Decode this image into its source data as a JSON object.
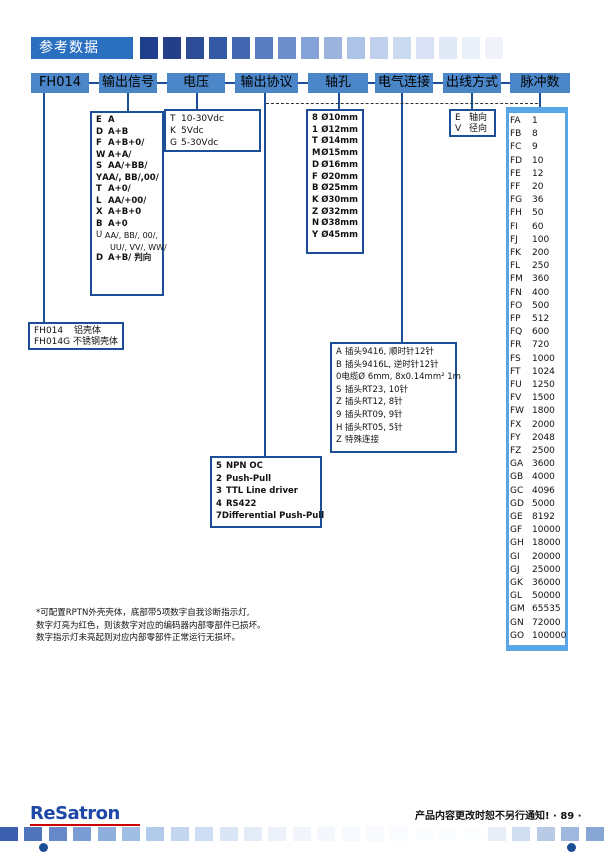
{
  "title": "参考数据",
  "header": {
    "model": "FH014",
    "output_signal": "输出信号",
    "voltage": "电压",
    "protocol": "输出协议",
    "shaft": "轴孔",
    "connection": "电气连接",
    "outlet": "出线方式",
    "pulse": "脉冲数"
  },
  "output_signals": [
    {
      "code": "E",
      "desc": "A"
    },
    {
      "code": "D",
      "desc": "A+B"
    },
    {
      "code": "F",
      "desc": "A+B+0/"
    },
    {
      "code": "W",
      "desc": "A+A/"
    },
    {
      "code": "S",
      "desc": "AA/+BB/"
    },
    {
      "code": "Y",
      "desc": "AA/, BB/,00/"
    },
    {
      "code": "T",
      "desc": "A+0/"
    },
    {
      "code": "L",
      "desc": "AA/+00/"
    },
    {
      "code": "X",
      "desc": "A+B+0"
    },
    {
      "code": "B",
      "desc": "A+0"
    }
  ],
  "output_signal_u": {
    "code": "U",
    "line1": "AA/, BB/, 00/,",
    "line2": "UU/, VV/, WW/"
  },
  "output_signal_last": {
    "code": "D",
    "desc": "A+B/ 判向"
  },
  "voltages": [
    {
      "code": "T",
      "desc": "10-30Vdc"
    },
    {
      "code": "K",
      "desc": "5Vdc"
    },
    {
      "code": "G",
      "desc": "5-30Vdc"
    }
  ],
  "shafts": [
    {
      "code": "8",
      "desc": "Ø10mm"
    },
    {
      "code": "1",
      "desc": "Ø12mm"
    },
    {
      "code": "T",
      "desc": "Ø14mm"
    },
    {
      "code": "M",
      "desc": "Ø15mm"
    },
    {
      "code": "D",
      "desc": "Ø16mm"
    },
    {
      "code": "F",
      "desc": "Ø20mm"
    },
    {
      "code": "B",
      "desc": "Ø25mm"
    },
    {
      "code": "K",
      "desc": "Ø30mm"
    },
    {
      "code": "Z",
      "desc": "Ø32mm"
    },
    {
      "code": "N",
      "desc": "Ø38mm"
    },
    {
      "code": "Y",
      "desc": "Ø45mm"
    }
  ],
  "outlets": [
    {
      "code": "E",
      "desc": "轴向"
    },
    {
      "code": "V",
      "desc": "径向"
    }
  ],
  "models": [
    {
      "code": "FH014",
      "desc": "铝壳体"
    },
    {
      "code": "FH014G",
      "desc": "不锈钢壳体"
    }
  ],
  "connections": [
    {
      "code": "A",
      "desc": "插头9416, 顺时针12针"
    },
    {
      "code": "B",
      "desc": "插头9416L, 逆时针12针"
    },
    {
      "code": "0",
      "desc": "电缆Ø 6mm, 8x0.14mm² 1m"
    },
    {
      "code": "S",
      "desc": "插头RT23, 10针"
    },
    {
      "code": "Z",
      "desc": "插头RT12, 8针"
    },
    {
      "code": "9",
      "desc": "插头RT09, 9针"
    },
    {
      "code": "H",
      "desc": "插头RT05, 5针"
    },
    {
      "code": "Z",
      "desc": "特殊连接"
    }
  ],
  "protocols": [
    {
      "code": "5",
      "desc": "NPN OC"
    },
    {
      "code": "2",
      "desc": "Push-Pull"
    },
    {
      "code": "3",
      "desc": "TTL Line driver"
    },
    {
      "code": "4",
      "desc": "RS422"
    },
    {
      "code": "7",
      "desc": "Differential Push-Pull"
    }
  ],
  "pulses": [
    {
      "code": "FA",
      "value": "1"
    },
    {
      "code": "FB",
      "value": "8"
    },
    {
      "code": "FC",
      "value": "9"
    },
    {
      "code": "FD",
      "value": "10"
    },
    {
      "code": "FE",
      "value": "12"
    },
    {
      "code": "FF",
      "value": "20"
    },
    {
      "code": "FG",
      "value": "36"
    },
    {
      "code": "FH",
      "value": "50"
    },
    {
      "code": "FI",
      "value": "60"
    },
    {
      "code": "FJ",
      "value": "100"
    },
    {
      "code": "FK",
      "value": "200"
    },
    {
      "code": "FL",
      "value": "250"
    },
    {
      "code": "FM",
      "value": "360"
    },
    {
      "code": "FN",
      "value": "400"
    },
    {
      "code": "FO",
      "value": "500"
    },
    {
      "code": "FP",
      "value": "512"
    },
    {
      "code": "FQ",
      "value": "600"
    },
    {
      "code": "FR",
      "value": "720"
    },
    {
      "code": "FS",
      "value": "1000"
    },
    {
      "code": "FT",
      "value": "1024"
    },
    {
      "code": "FU",
      "value": "1250"
    },
    {
      "code": "FV",
      "value": "1500"
    },
    {
      "code": "FW",
      "value": "1800"
    },
    {
      "code": "FX",
      "value": "2000"
    },
    {
      "code": "FY",
      "value": "2048"
    },
    {
      "code": "FZ",
      "value": "2500"
    },
    {
      "code": "GA",
      "value": "3600"
    },
    {
      "code": "GB",
      "value": "4000"
    },
    {
      "code": "GC",
      "value": "4096"
    },
    {
      "code": "GD",
      "value": "5000"
    },
    {
      "code": "GE",
      "value": "8192"
    },
    {
      "code": "GF",
      "value": "10000"
    },
    {
      "code": "GH",
      "value": "18000"
    },
    {
      "code": "GI",
      "value": "20000"
    },
    {
      "code": "GJ",
      "value": "25000"
    },
    {
      "code": "GK",
      "value": "36000"
    },
    {
      "code": "GL",
      "value": "50000"
    },
    {
      "code": "GM",
      "value": "65535"
    },
    {
      "code": "GN",
      "value": "72000"
    },
    {
      "code": "GO",
      "value": "100000"
    }
  ],
  "note": [
    "*可配置RPTN外壳壳体，底部带5项数字自我诊断指示灯,",
    "数字灯亮为红色，则该数字对应的编码器内部零部件已损坏。",
    "数字指示灯未亮起则对应内部零部件正常运行无损坏。"
  ],
  "footer": {
    "logo": "ReSatron",
    "notice": "产品内容更改时恕不另行通知! · 89 ·"
  },
  "colors": {
    "accent": "#2b6fc0",
    "header": "#4a86c8",
    "line": "#1d4f97",
    "pulse_border": "#58a6e6",
    "logo": "#1e47a8"
  }
}
